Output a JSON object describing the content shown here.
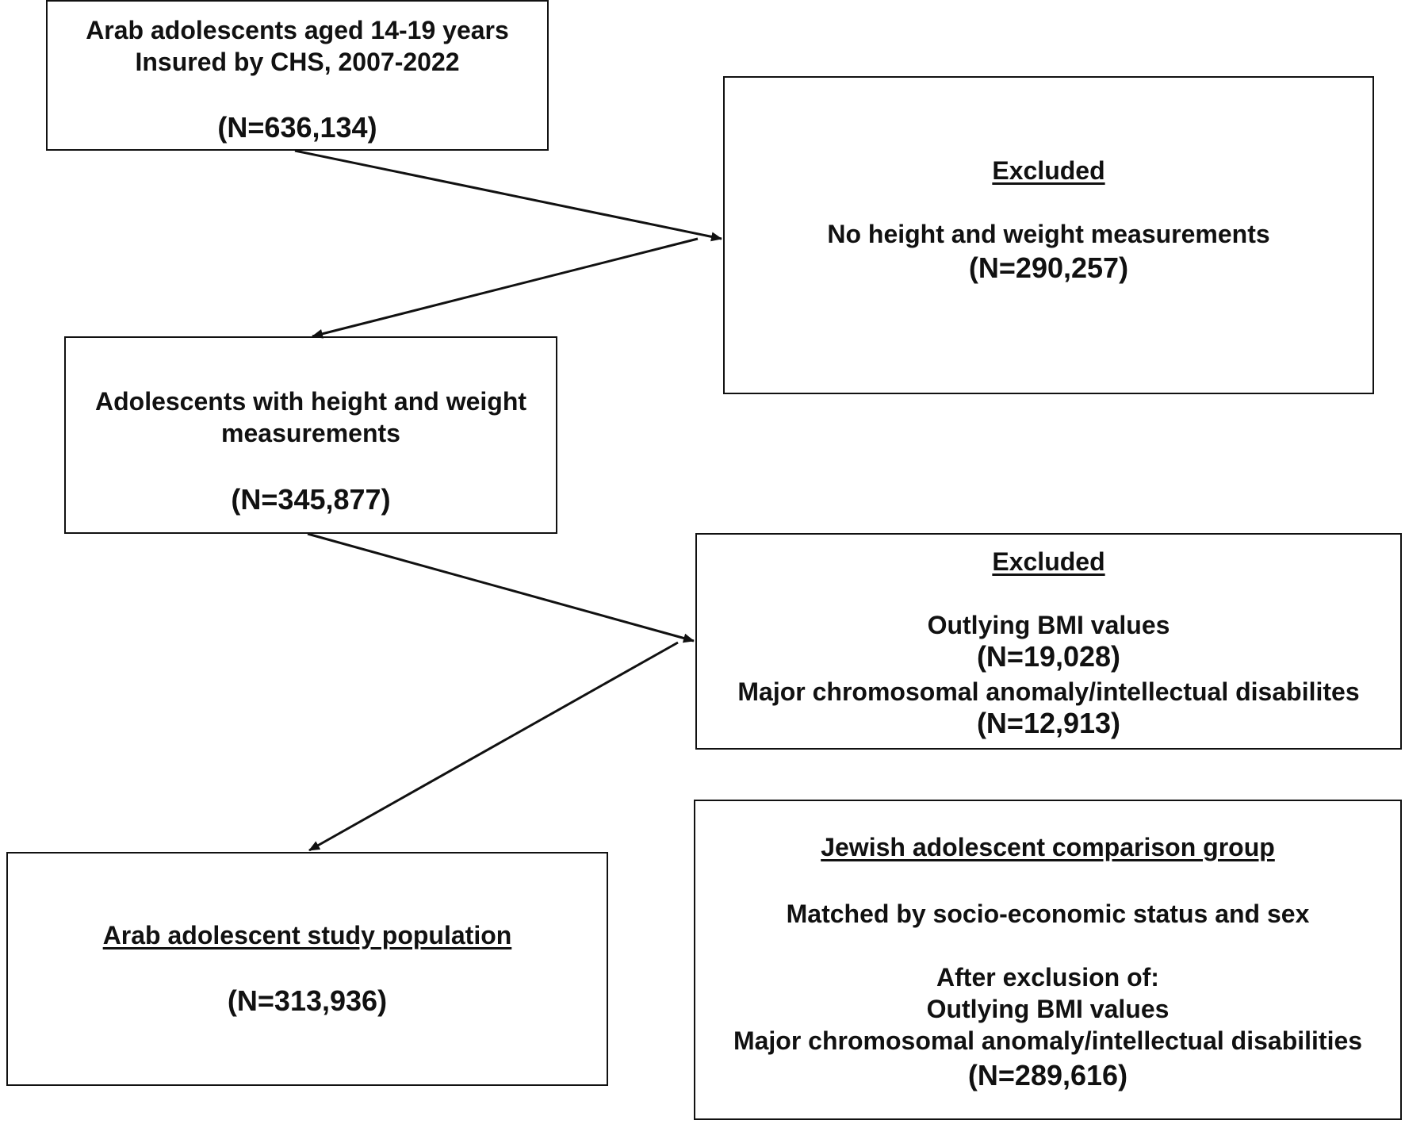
{
  "boxes": {
    "start": {
      "line1": "Arab adolescents aged 14-19 years",
      "line2": "Insured by CHS, 2007-2022",
      "n": "(N=636,134)"
    },
    "excluded_1": {
      "heading": "Excluded",
      "reason": "No height and weight measurements",
      "n": "(N=290,257)"
    },
    "measured": {
      "line1": "Adolescents with height and weight",
      "line2": "measurements",
      "n": "(N=345,877)"
    },
    "excluded_2": {
      "heading": "Excluded",
      "reason1": "Outlying BMI values",
      "n1": "(N=19,028)",
      "reason2": "Major chromosomal anomaly/intellectual disabilites",
      "n2": "(N=12,913)"
    },
    "study_population": {
      "heading": "Arab adolescent study population",
      "n": "(N=313,936)"
    },
    "comparison_group": {
      "heading": "Jewish adolescent comparison group",
      "matched": "Matched by socio-economic status and sex",
      "after": "After exclusion of:",
      "reason1": "Outlying BMI values",
      "reason2": "Major chromosomal anomaly/intellectual disabilities",
      "n": "(N=289,616)"
    }
  }
}
